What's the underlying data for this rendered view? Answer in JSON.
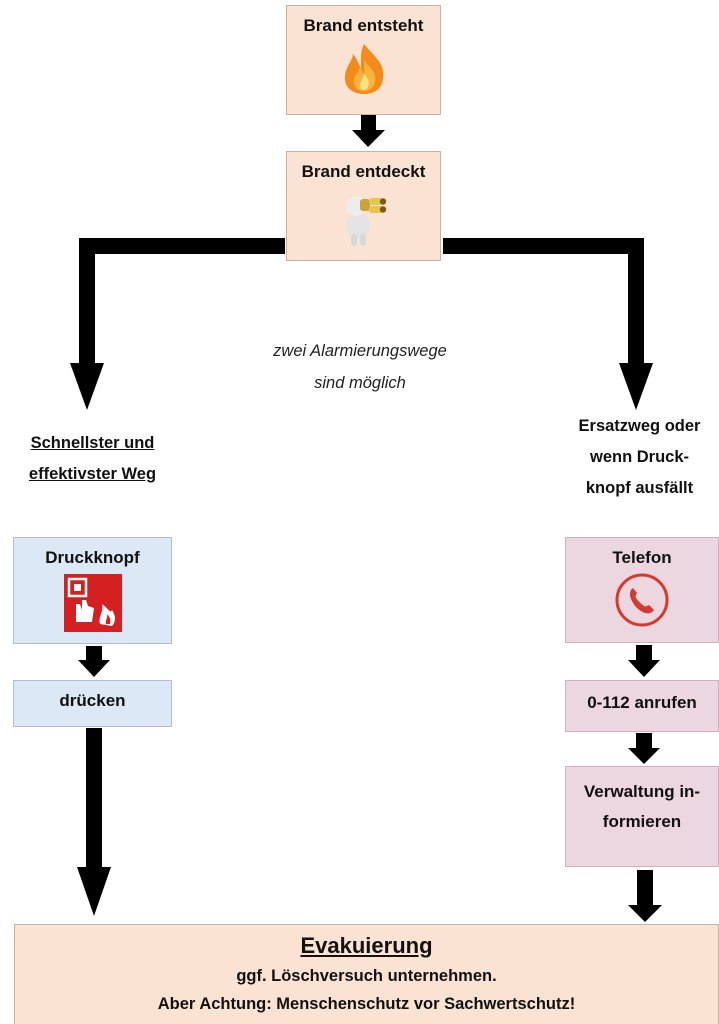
{
  "nodes": {
    "fire_start": "Brand entsteht",
    "fire_detected": "Brand entdeckt",
    "push_button": "Druckknopf",
    "press": "drücken",
    "phone": "Telefon",
    "call": "0-112 anrufen",
    "inform_line1": "Verwaltung in-",
    "inform_line2": "formieren"
  },
  "center_note": {
    "line1": "zwei Alarmierungswege",
    "line2": "sind möglich"
  },
  "left_path": {
    "line1": "Schnellster und",
    "line2": "effektivster Weg"
  },
  "right_path": {
    "line1": "Ersatzweg oder",
    "line2": "wenn Druck-",
    "line3": "knopf ausfällt"
  },
  "evacuation": {
    "title": "Evakuierung",
    "line1": "ggf. Löschversuch unternehmen.",
    "line2": "Aber Achtung: Menschenschutz vor Sachwertschutz!"
  },
  "icons": {
    "fire": "fire-icon",
    "person_binoculars": "person-binoculars-icon",
    "fire_alarm": "fire-alarm-button-icon",
    "phone": "phone-icon"
  },
  "colors": {
    "peach": "#fbe3d4",
    "blue": "#dce8f6",
    "pink": "#ecd6df",
    "alarm_red": "#d42020",
    "phone_red": "#d53a2e"
  }
}
